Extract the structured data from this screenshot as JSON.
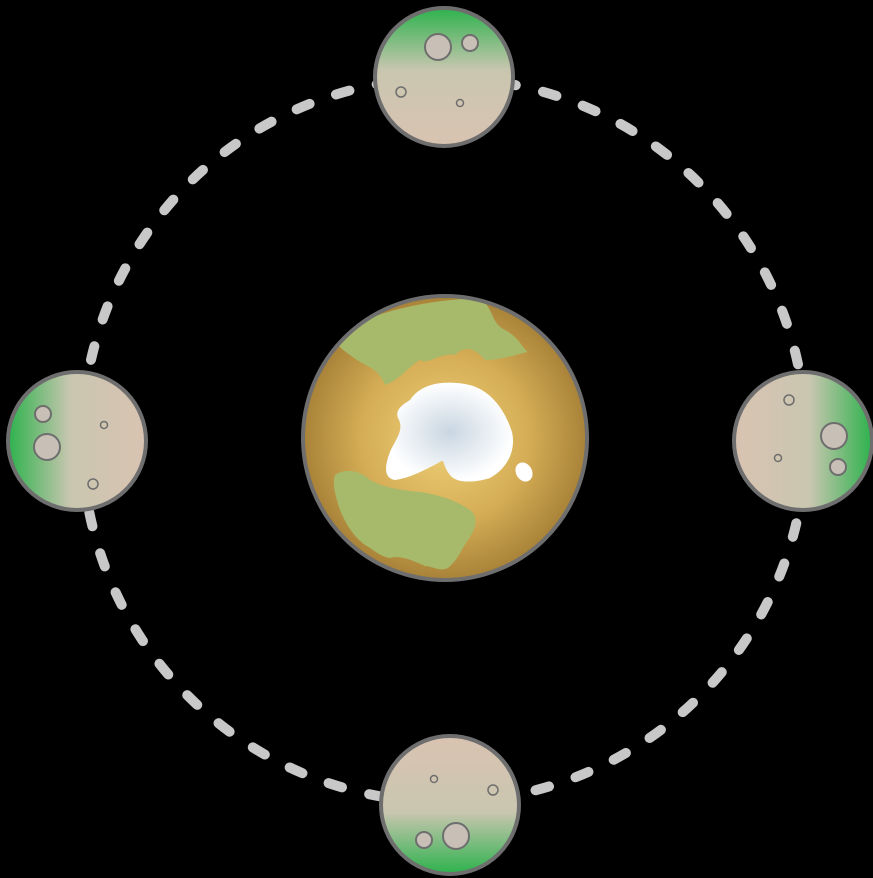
{
  "background": "#000000",
  "orbit": {
    "color": "#c8c8c8"
  },
  "planet": {
    "icon": "planet-icon",
    "ocean_color": "#c9a24e",
    "land_color": "#a7b96a",
    "ice_color": "#eef3f7",
    "rim_color": "#6e6e6e"
  },
  "moons": [
    {
      "name": "moon-top",
      "lit_side": "top",
      "icon": "moon-icon"
    },
    {
      "name": "moon-right",
      "lit_side": "right",
      "icon": "moon-icon"
    },
    {
      "name": "moon-bottom",
      "lit_side": "bottom",
      "icon": "moon-icon"
    },
    {
      "name": "moon-left",
      "lit_side": "left",
      "icon": "moon-icon"
    }
  ],
  "moon_colors": {
    "surface": "#d6c4b2",
    "lit": "#2db24d",
    "crater": "#c8c0b6",
    "rim": "#6e6e6e"
  }
}
